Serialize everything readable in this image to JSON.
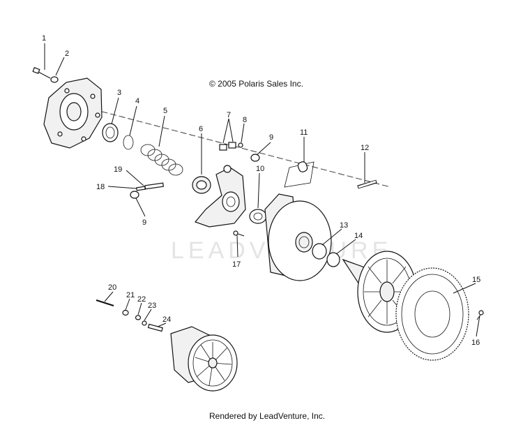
{
  "copyright": "© 2005 Polaris Sales Inc.",
  "footer": "Rendered by LeadVenture, Inc.",
  "watermark": "LEADVENTURE",
  "part_numbers": {
    "n1": "1",
    "n2": "2",
    "n3": "3",
    "n4": "4",
    "n5": "5",
    "n6": "6",
    "n7": "7",
    "n8": "8",
    "n9a": "9",
    "n9b": "9",
    "n10": "10",
    "n11": "11",
    "n12": "12",
    "n13": "13",
    "n14": "14",
    "n15": "15",
    "n16": "16",
    "n17": "17",
    "n18": "18",
    "n19": "19",
    "n20": "20",
    "n21": "21",
    "n22": "22",
    "n23": "23",
    "n24": "24"
  }
}
